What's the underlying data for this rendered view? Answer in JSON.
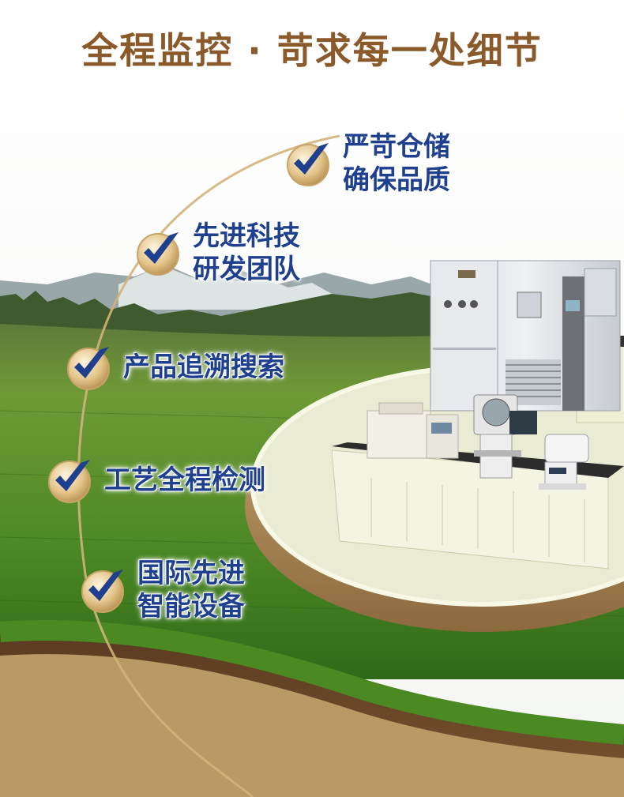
{
  "title": "全程监控 · 苛求每一处细节",
  "features": [
    {
      "line1": "严苛仓储",
      "line2": "确保品质"
    },
    {
      "line1": "先进科技",
      "line2": "研发团队"
    },
    {
      "line1": "产品追溯搜索",
      "line2": ""
    },
    {
      "line1": "工艺全程检测",
      "line2": ""
    },
    {
      "line1": "国际先进",
      "line2": "智能设备"
    }
  ],
  "icons": {
    "feature_badge": "checkmark-badge-icon"
  },
  "colors": {
    "title": "#8b5a2b",
    "label": "#1f3f8f",
    "checkmark": "#1f3f8f",
    "badge_gold": "#d9b670",
    "grass": "#4e8a26",
    "soil": "#6b4527",
    "platform": "#e9ecd2",
    "arc": "#d2b27a"
  }
}
